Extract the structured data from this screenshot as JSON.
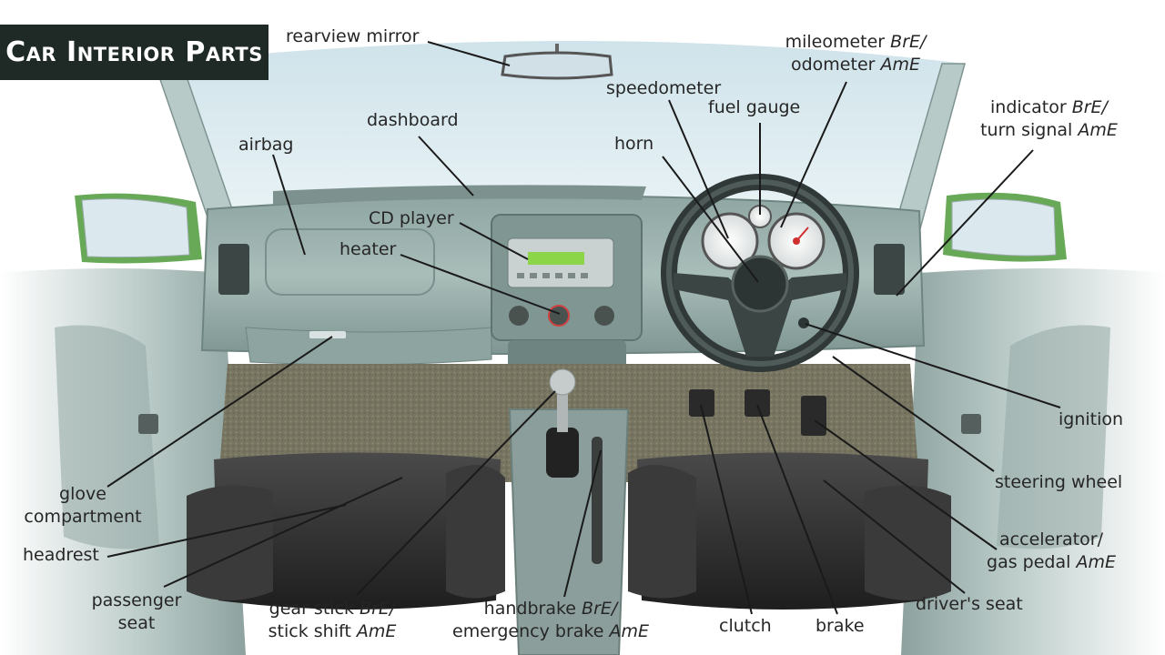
{
  "title": "Car Interior Parts",
  "colors": {
    "title_bg": "#1f2a26",
    "title_text": "#ffffff",
    "label_text": "#262626",
    "leader_line": "#1a1a1a"
  },
  "labels": {
    "rearview_mirror": "rearview mirror",
    "airbag": "airbag",
    "dashboard": "dashboard",
    "cd_player": "CD player",
    "heater": "heater",
    "speedometer": "speedometer",
    "fuel_gauge": "fuel gauge",
    "horn": "horn",
    "mileometer": "mileometer",
    "mileometer_tag": "BrE/",
    "odometer": "odometer",
    "odometer_tag": "AmE",
    "indicator": "indicator",
    "indicator_tag": "BrE/",
    "turn_signal": "turn signal",
    "turn_signal_tag": "AmE",
    "ignition": "ignition",
    "steering_wheel": "steering wheel",
    "accelerator": "accelerator/",
    "gas_pedal": "gas pedal",
    "gas_pedal_tag": "AmE",
    "drivers_seat": "driver's seat",
    "brake": "brake",
    "clutch": "clutch",
    "handbrake": "handbrake",
    "handbrake_tag": "BrE/",
    "emergency_brake": "emergency brake",
    "emergency_brake_tag": "AmE",
    "gear_stick": "gear stick",
    "gear_stick_tag": "BrE/",
    "stick_shift": "stick shift",
    "stick_shift_tag": "AmE",
    "passenger_seat_1": "passenger",
    "passenger_seat_2": "seat",
    "headrest": "headrest",
    "glove_compartment_1": "glove",
    "glove_compartment_2": "compartment"
  }
}
